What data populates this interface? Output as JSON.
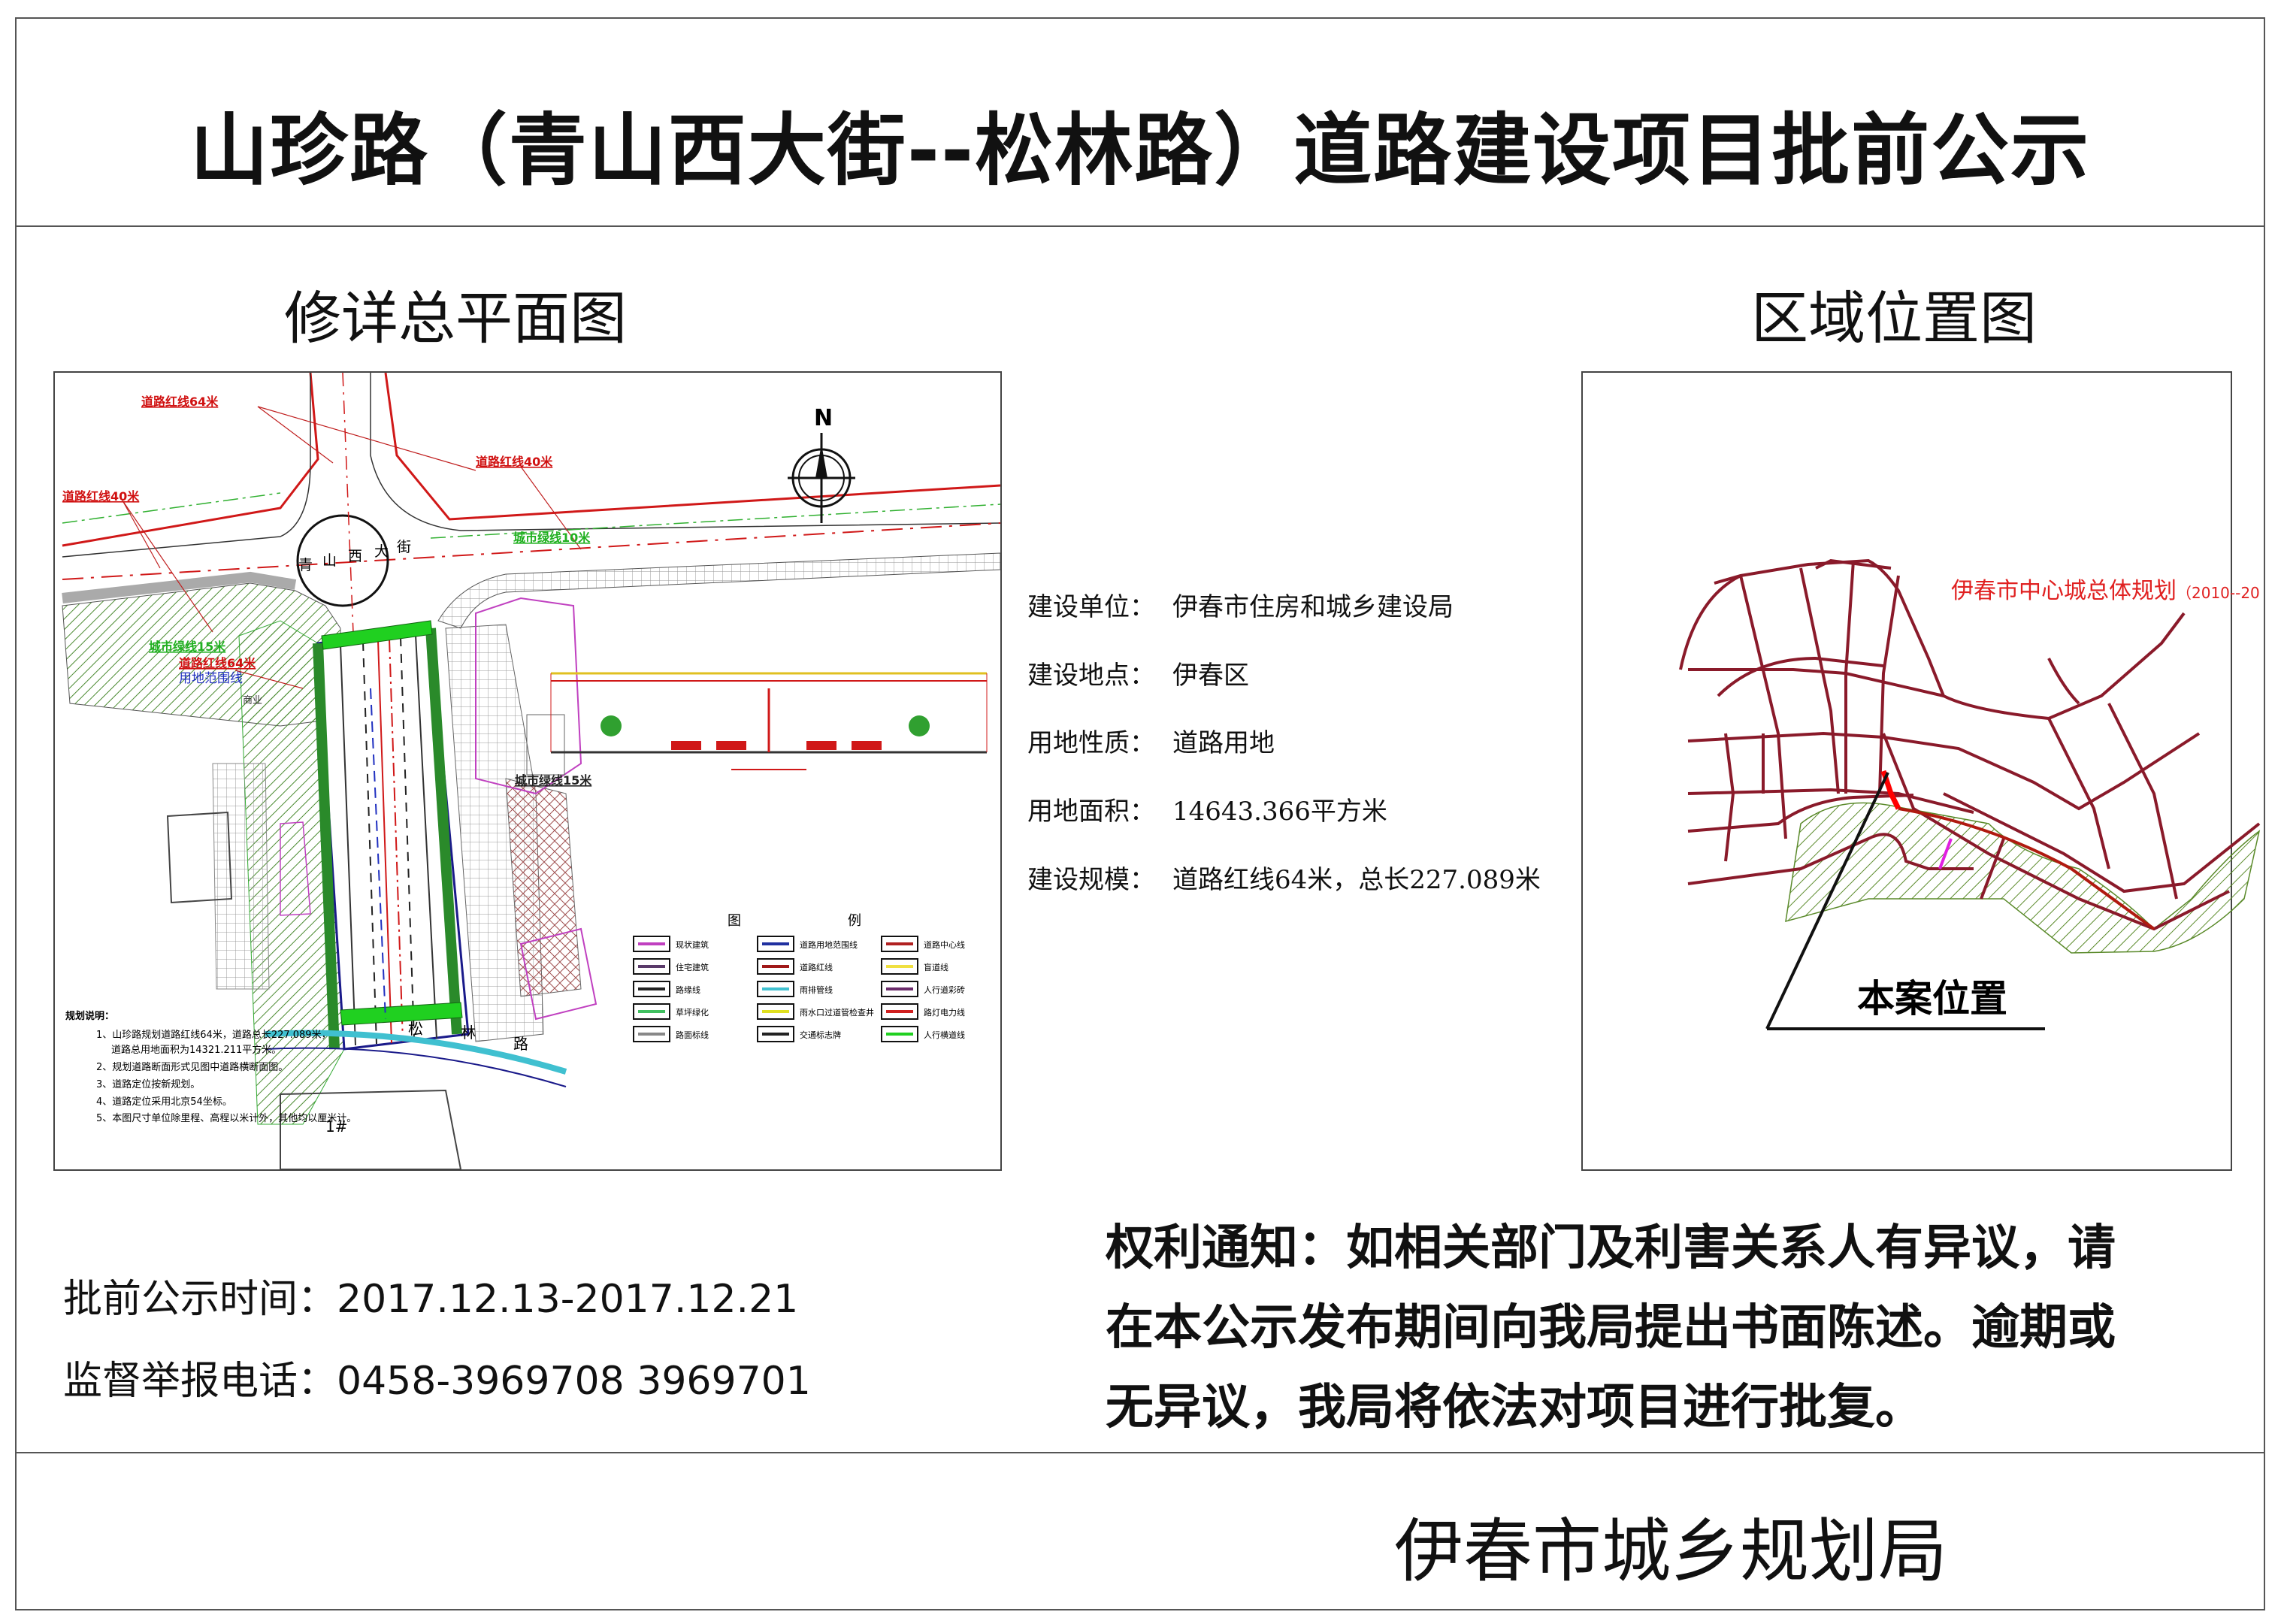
{
  "title": "山珍路（青山西大街--松林路）道路建设项目批前公示",
  "left_panel": {
    "heading": "修详总平面图",
    "north_label": "N",
    "street_name": [
      "青",
      "山",
      "西",
      "大",
      "街"
    ],
    "street_south": [
      "松",
      "林",
      "路"
    ],
    "labels": {
      "red_line_64_top": "道路红线64米",
      "red_line_40_right": "道路红线40米",
      "red_line_40_left": "道路红线40米",
      "green_line_10": "城市绿线10米",
      "green_line_15_left": "城市绿线15米",
      "red_line_64_mid": "道路红线64米",
      "land_boundary": "用地范围线",
      "green_line_15_right": "城市绿线15米",
      "commercial": "商业",
      "building_1": "1#"
    },
    "legend": {
      "title_left": "图",
      "title_right": "例",
      "items": [
        {
          "label": "现状建筑",
          "color": "#c040c0"
        },
        {
          "label": "道路用地范围线",
          "color": "#2030a0"
        },
        {
          "label": "道路中心线",
          "color": "#b02020"
        },
        {
          "label": "住宅建筑",
          "color": "#5a3a6a"
        },
        {
          "label": "道路红线",
          "color": "#a01818"
        },
        {
          "label": "盲道线",
          "color": "#f0e040"
        },
        {
          "label": "路缘线",
          "color": "#222222"
        },
        {
          "label": "雨排管线",
          "color": "#40c0d0"
        },
        {
          "label": "人行道彩砖",
          "color": "#6a2a6a"
        },
        {
          "label": "草坪绿化",
          "color": "#40c060"
        },
        {
          "label": "雨水口过道管检查井",
          "color": "#e0e020"
        },
        {
          "label": "路灯电力线",
          "color": "#d02020"
        },
        {
          "label": "路面标线",
          "color": "#888888"
        },
        {
          "label": "交通标志牌",
          "color": "#222222"
        },
        {
          "label": "人行横道线",
          "color": "#20d020"
        }
      ]
    },
    "notes": {
      "heading": "规划说明：",
      "items": [
        "1、山珍路规划道路红线64米，道路总长227.089米，",
        "道路总用地面积为14321.211平方米。",
        "2、规划道路断面形式见图中道路横断面图。",
        "3、道路定位按新规划。",
        "4、道路定位采用北京54坐标。",
        "5、本图尺寸单位除里程、高程以米计外，其他均以厘米计。"
      ]
    }
  },
  "right_panel": {
    "heading": "区域位置图",
    "map_title": "伊春市中心城总体规划",
    "map_years": "（2010--20",
    "location_label": "本案位置"
  },
  "project_info": [
    {
      "key": "建设单位：",
      "value": "伊春市住房和城乡建设局"
    },
    {
      "key": "建设地点：",
      "value": "伊春区"
    },
    {
      "key": "用地性质：",
      "value": "道路用地"
    },
    {
      "key": "用地面积：",
      "value": "14643.366平方米"
    },
    {
      "key": "建设规模：",
      "value": "道路红线64米，总长227.089米"
    }
  ],
  "publicity": {
    "period_label": "批前公示时间：",
    "period_value": "2017.12.13-2017.12.21",
    "phone_label": "监督举报电话：",
    "phone_value": "0458-3969708 3969701"
  },
  "notice": {
    "lines": [
      "权利通知：如相关部门及利害关系人有异议，请",
      "在本公示发布期间向我局提出书面陈述。逾期或",
      "无异议，我局将依法对项目进行批复。"
    ]
  },
  "footer": {
    "issuer": "伊春市城乡规划局"
  }
}
